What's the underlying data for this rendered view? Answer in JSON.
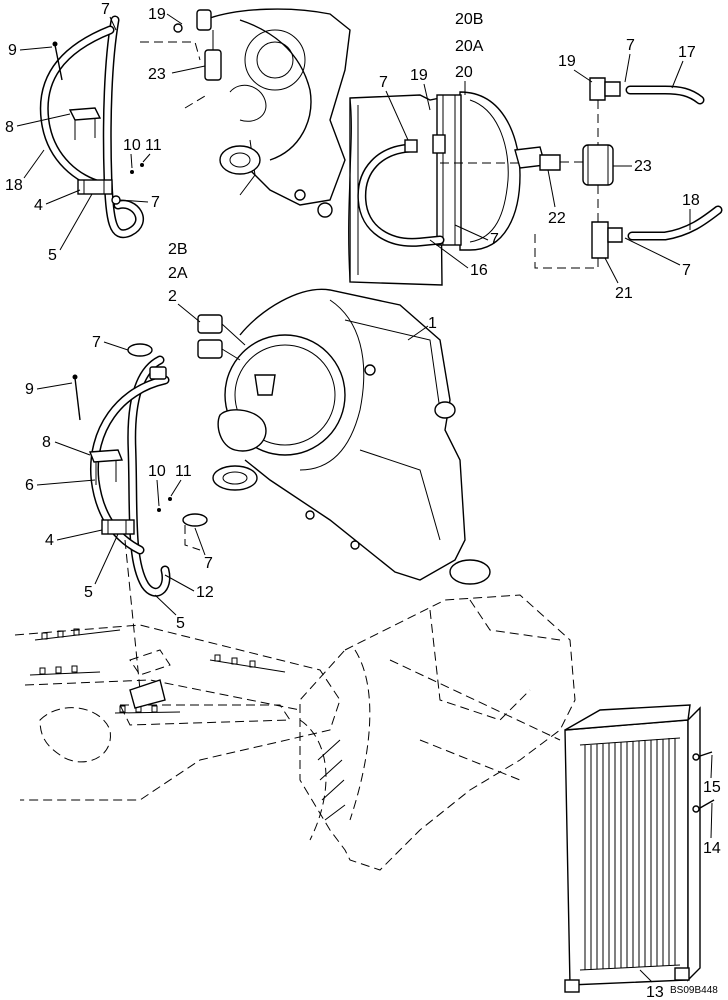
{
  "diagram": {
    "reference_code": "BS09B448",
    "callouts": {
      "top_left": [
        "7",
        "19",
        "9",
        "23",
        "8",
        "10",
        "11",
        "18",
        "4",
        "7",
        "5"
      ],
      "top_right": [
        "20B",
        "20A",
        "20",
        "19",
        "7",
        "17",
        "7",
        "19",
        "23",
        "22",
        "7",
        "18",
        "16",
        "21",
        "7"
      ],
      "middle": [
        "2B",
        "2A",
        "2",
        "1",
        "7",
        "9",
        "8",
        "10",
        "11",
        "6",
        "4",
        "7",
        "5",
        "12",
        "5"
      ],
      "bottom": [
        "15",
        "14",
        "13"
      ]
    }
  }
}
